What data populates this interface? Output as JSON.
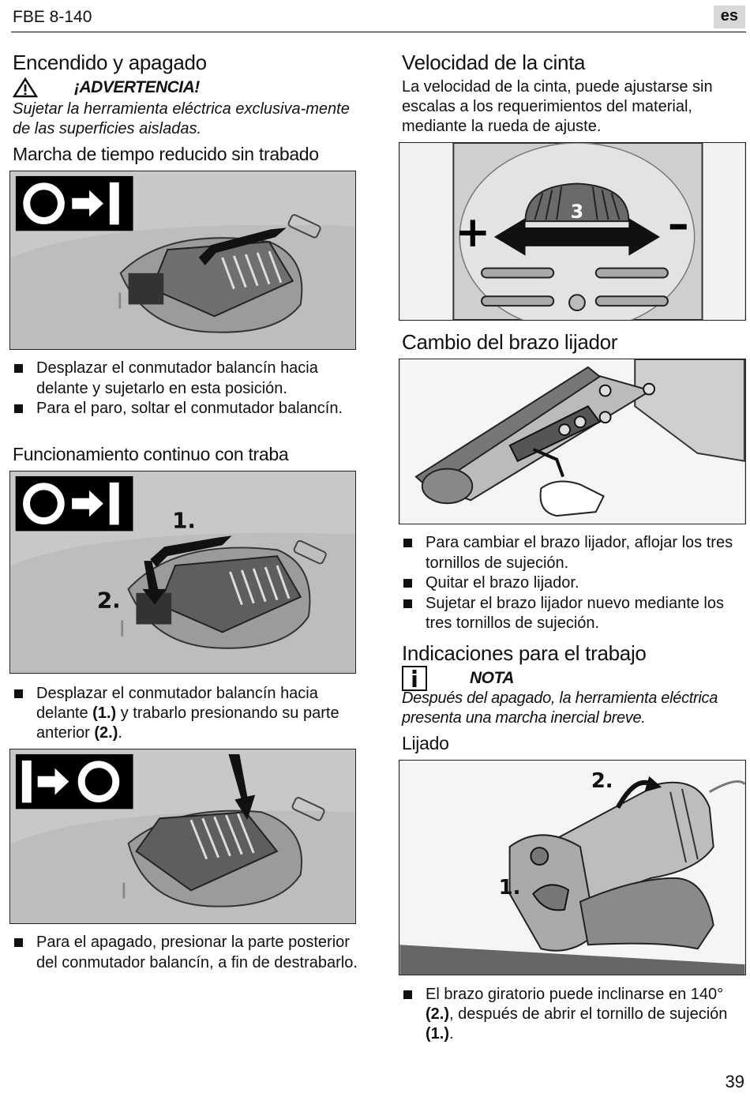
{
  "header": {
    "model": "FBE 8-140",
    "lang": "es"
  },
  "left": {
    "onoff_title": "Encendido y apagado",
    "warning_label": "¡ADVERTENCIA!",
    "warning_text": "Sujetar la herramienta eléctrica exclusiva-mente de las superficies aisladas.",
    "momentary_title": "Marcha de tiempo reducido sin trabado",
    "momentary_bullets": [
      "Desplazar el conmutador balancín hacia delante y sujetarlo en esta posición.",
      "Para el paro, soltar el conmutador balancín."
    ],
    "continuous_title": "Funcionamiento continuo con traba",
    "continuous_bullet_a": "Desplazar el conmutador balancín hacia delante ",
    "continuous_bullet_b": "(1.)",
    "continuous_bullet_c": " y trabarlo presionando su parte anterior ",
    "continuous_bullet_d": "(2.)",
    "continuous_bullet_e": ".",
    "off_bullet": "Para el apagado, presionar la parte posterior del conmutador balancín, a fin de destrabarlo.",
    "fig_labels": {
      "step1": "1.",
      "step2": "2."
    }
  },
  "right": {
    "speed_title": "Velocidad de la cinta",
    "speed_text": "La velocidad de la cinta, puede ajustarse sin escalas a los requerimientos del material, mediante la rueda de ajuste.",
    "speed_fig": {
      "dial": "3",
      "plus": "+",
      "minus": "–"
    },
    "arm_title": "Cambio del brazo lijador",
    "arm_bullets": [
      "Para cambiar el brazo lijador, aflojar los tres tornillos de sujeción.",
      "Quitar el brazo lijador.",
      "Sujetar el brazo lijador nuevo mediante los tres tornillos de sujeción."
    ],
    "work_title": "Indicaciones para el trabajo",
    "note_label": "NOTA",
    "note_text": "Después del apagado, la herramienta eléctrica presenta una marcha inercial breve.",
    "sanding_title": "Lijado",
    "sanding_fig": {
      "step1": "1.",
      "step2": "2."
    },
    "sanding_bullet_a": "El brazo giratorio puede inclinarse en 140° ",
    "sanding_bullet_b": "(2.)",
    "sanding_bullet_c": ", después de abrir el tornillo de sujeción ",
    "sanding_bullet_d": "(1.)",
    "sanding_bullet_e": "."
  },
  "footer": {
    "page": "39"
  }
}
